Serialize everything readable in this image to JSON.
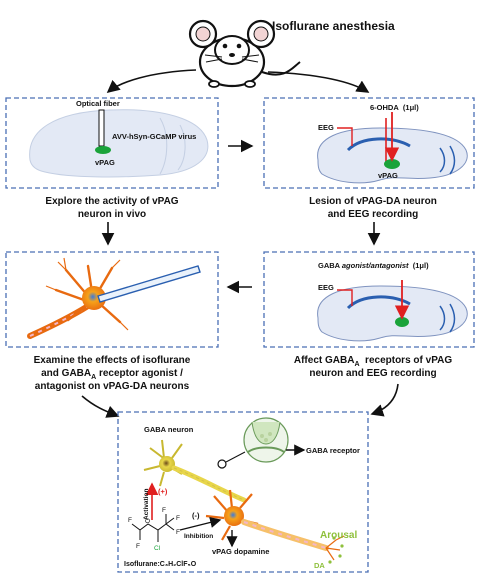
{
  "title": "Isoflurane anesthesia",
  "panel1": {
    "optical_fiber": "Optical fiber",
    "virus": "AVV-hSyn-GCaMP virus",
    "region": "vPAG",
    "caption_l1": "Explore the activity of vPAG",
    "caption_l2": "neuron in vivo"
  },
  "panel2": {
    "toxin": "6-OHDA  (1μl)",
    "eeg": "EEG",
    "region": "vPAG",
    "caption_l1": "Lesion of vPAG-DA neuron",
    "caption_l2": "and EEG recording"
  },
  "panel3": {
    "caption_l1": "Examine the effects of isoflurane",
    "caption_l2a": "and GABA",
    "caption_l2_sub": "A",
    "caption_l2b": " receptor agonist /",
    "caption_l3": "antagonist on vPAG-DA neurons"
  },
  "panel4": {
    "drug_a": "GABA ",
    "drug_b": "agonist/antagonist",
    "drug_c": "  (1μl)",
    "eeg": "EEG",
    "caption_l1a": "Affect GABA",
    "caption_l1_sub": "A",
    "caption_l1b": "  receptors of vPAG",
    "caption_l2": "neuron and EEG recording"
  },
  "panel5": {
    "gaba_neuron": "GABA neuron",
    "gaba_receptor": "GABA receptor",
    "activation": "Activation",
    "activation_sign": "(+)",
    "inhibition": "Inhibition",
    "inhibition_sign": "(-)",
    "vpag_dopamine": "vPAG dopamine",
    "arousal": "Arousal",
    "da": "DA",
    "isoflurane_formula": "Isoflurane:C₃H₂ClF₅O",
    "atoms": {
      "F": "F",
      "Cl": "Cl",
      "O": "O"
    }
  },
  "colors": {
    "dashed_border": "#4a6fb5",
    "brain_fill": "#e3e9f5",
    "region_green": "#1aa33a",
    "electrode_red": "#e02020",
    "ventricle_blue": "#2a5fb0",
    "arousal_green": "#8fc03c",
    "activation_red": "#e02020"
  }
}
